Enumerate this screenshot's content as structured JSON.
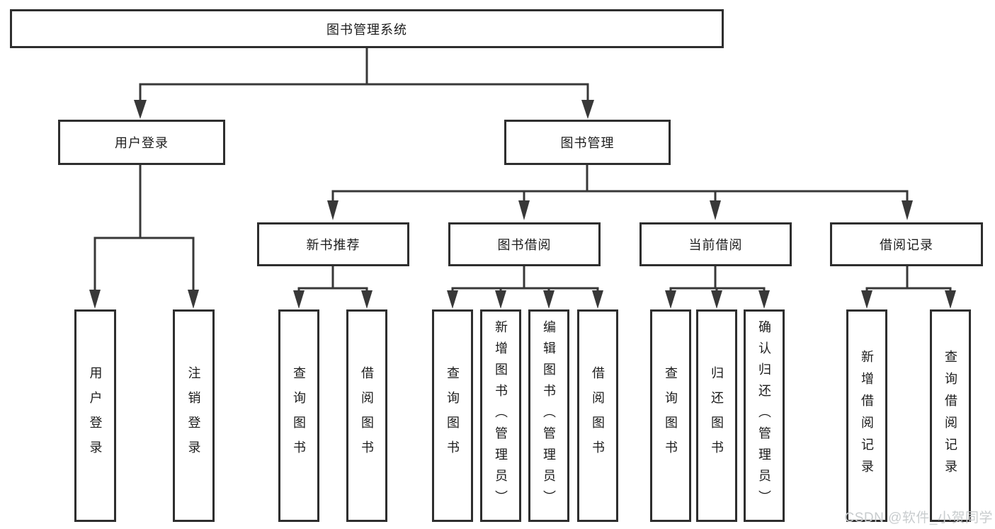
{
  "root": {
    "label": "图书管理系统"
  },
  "branches": {
    "user_login": {
      "label": "用户登录",
      "children": [
        {
          "label": "用户登录"
        },
        {
          "label": "注销登录"
        }
      ]
    },
    "book_management": {
      "label": "图书管理",
      "sections": [
        {
          "label": "新书推荐",
          "children": [
            {
              "label": "查询图书"
            },
            {
              "label": "借阅图书"
            }
          ]
        },
        {
          "label": "图书借阅",
          "children": [
            {
              "label": "查询图书"
            },
            {
              "label": "新增图书（管理员）"
            },
            {
              "label": "编辑图书（管理员）"
            },
            {
              "label": "借阅图书"
            }
          ]
        },
        {
          "label": "当前借阅",
          "children": [
            {
              "label": "查询图书"
            },
            {
              "label": "归还图书"
            },
            {
              "label": "确认归还（管理员）"
            }
          ]
        },
        {
          "label": "借阅记录",
          "children": [
            {
              "label": "新增借阅记录"
            },
            {
              "label": "查询借阅记录"
            }
          ]
        }
      ]
    }
  },
  "watermark": "CSDN @软件_小贺同学",
  "colors": {
    "line": "#383838",
    "box_border": "#2e2e2e",
    "text": "#1c1c1c",
    "watermark": "#c8ccce",
    "background": "#ffffff"
  }
}
